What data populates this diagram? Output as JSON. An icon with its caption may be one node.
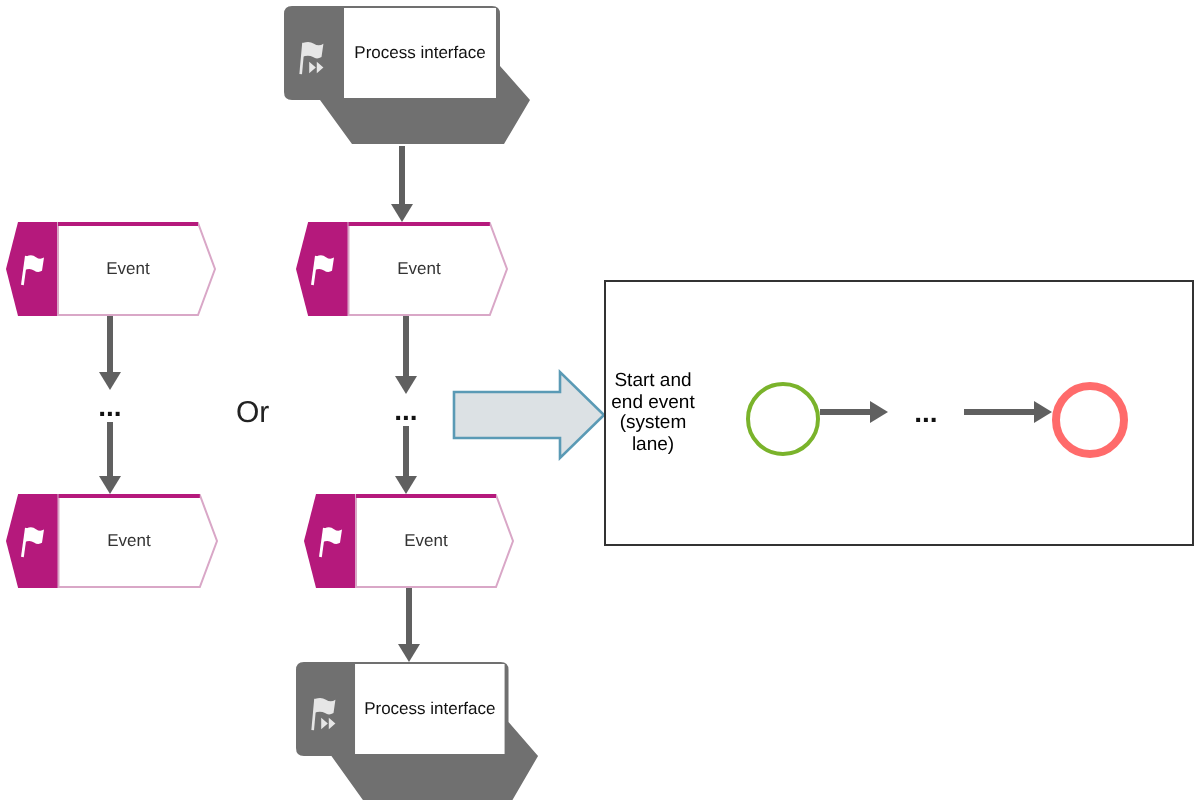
{
  "diagram": {
    "nodes": [
      {
        "text": [
          "Process interface"
        ]
      },
      {
        "text": [
          "Event"
        ]
      },
      {
        "text": [
          "..."
        ]
      },
      {
        "text": [
          "Event"
        ]
      },
      {
        "text": [
          "Event"
        ]
      },
      {
        "text": [
          "..."
        ]
      },
      {
        "text": [
          "Event"
        ]
      },
      {
        "text": [
          "Process interface"
        ]
      },
      {
        "text": [
          "Start and end event (system lane)"
        ]
      },
      {
        "text": [],
        "shape": "circle",
        "in": 8
      },
      {
        "text": [
          "..."
        ],
        "in": 8
      },
      {
        "text": [],
        "shape": "circle",
        "in": 8
      }
    ],
    "edges": [
      {
        "from": 0,
        "to": 4,
        "arrow": "to"
      },
      {
        "from": 1,
        "to": 2,
        "arrow": "to"
      },
      {
        "from": 2,
        "to": 3,
        "arrow": "to"
      },
      {
        "from": 4,
        "to": 5,
        "arrow": "to"
      },
      {
        "from": 5,
        "to": 6,
        "arrow": "to"
      },
      {
        "from": 6,
        "to": 7,
        "arrow": "to"
      },
      {
        "from": null,
        "to": 8,
        "arrow": "to",
        "style": "thick",
        "color": "#5a9ab5"
      },
      {
        "from": 9,
        "to": 10,
        "arrow": "to"
      },
      {
        "from": 10,
        "to": 11,
        "arrow": "to"
      }
    ],
    "labels": [
      "Or"
    ]
  }
}
